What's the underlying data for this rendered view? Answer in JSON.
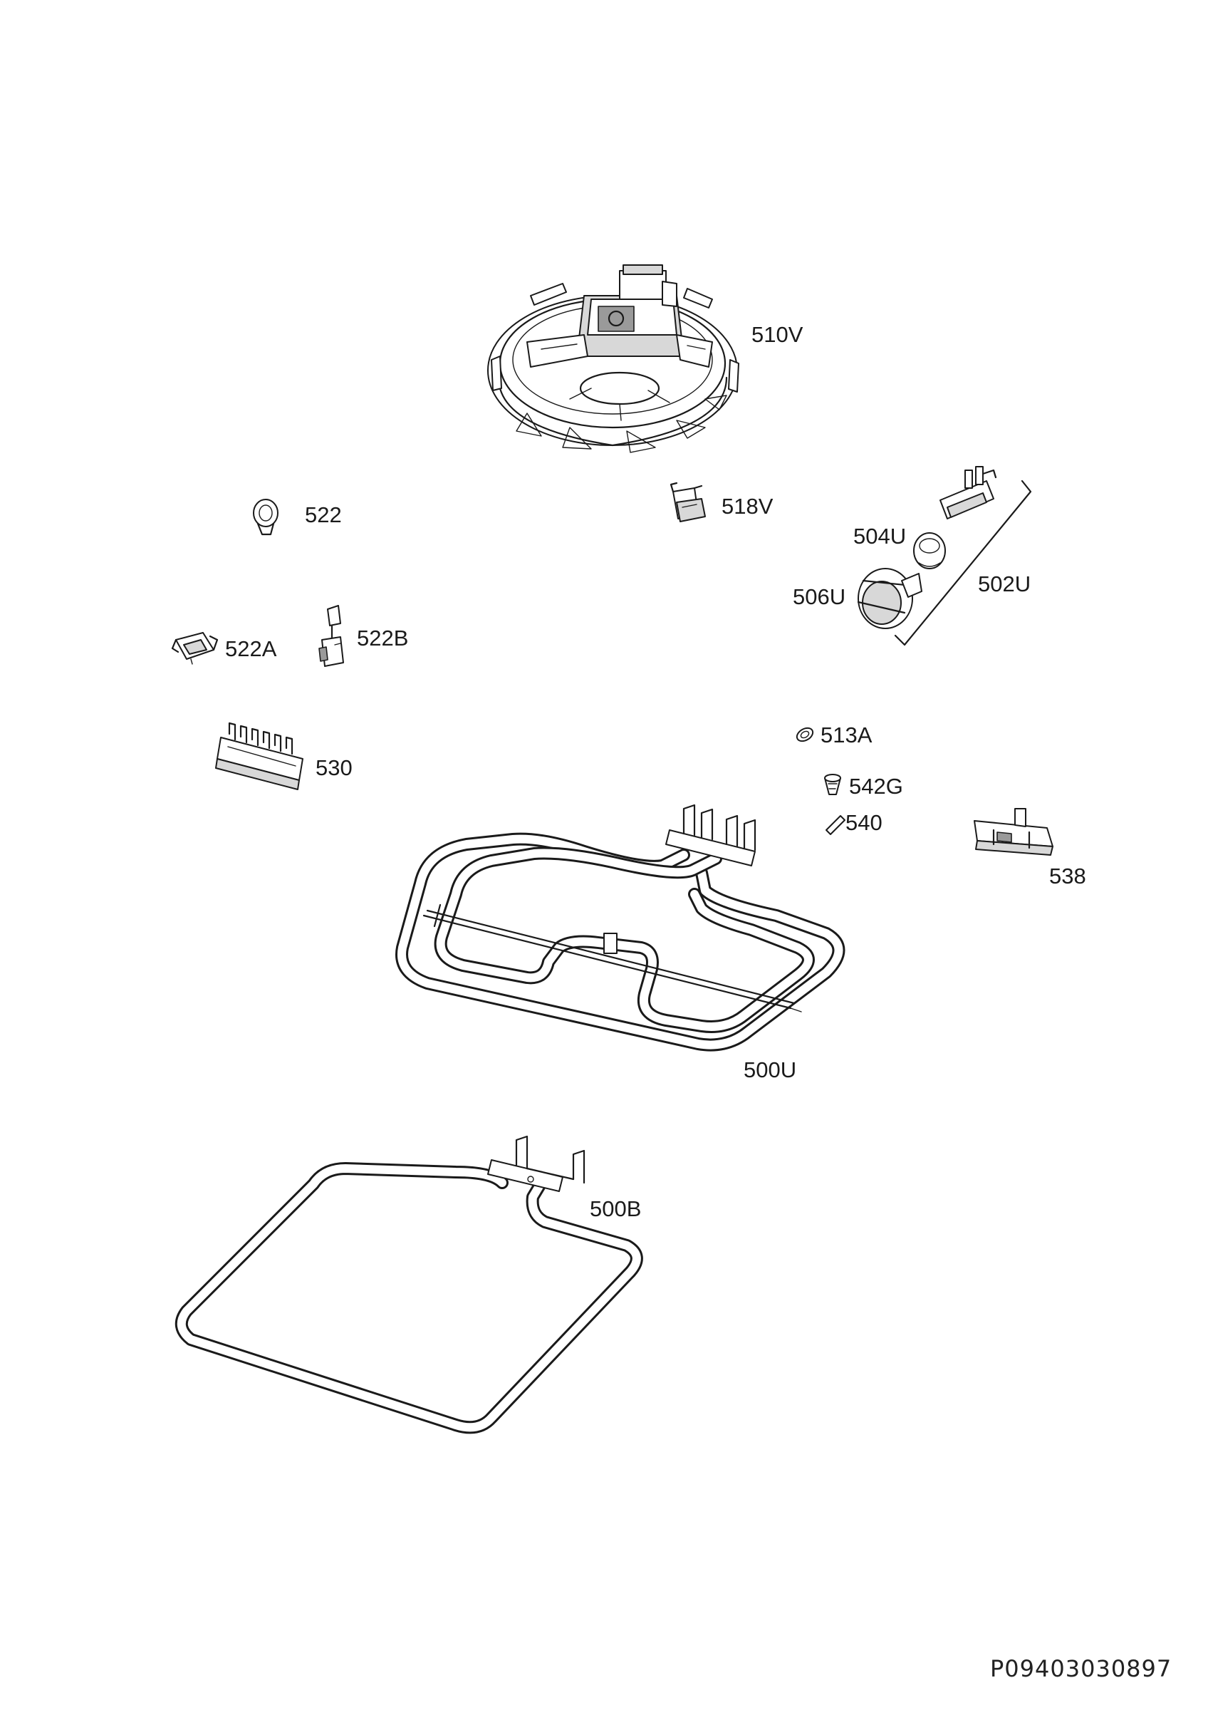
{
  "diagram": {
    "document_code": "P09403030897",
    "part_labels": {
      "p510V": "510V",
      "p522": "522",
      "p518V": "518V",
      "p504U": "504U",
      "p502U": "502U",
      "p506U": "506U",
      "p522A": "522A",
      "p522B": "522B",
      "p530": "530",
      "p513A": "513A",
      "p542G": "542G",
      "p540": "540",
      "p538": "538",
      "p500U": "500U",
      "p500B": "500B"
    }
  }
}
